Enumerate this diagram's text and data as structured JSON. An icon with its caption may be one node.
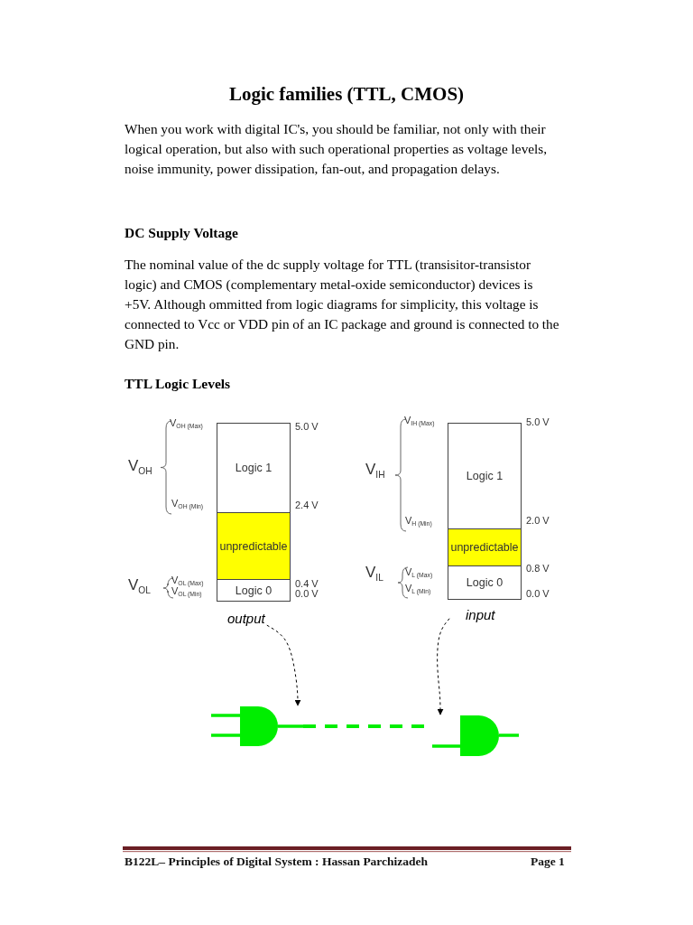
{
  "diagram": {
    "title": "Logic families (TTL, CMOS)",
    "nodes": [
      {
        "text": [
          "Logic 1"
        ]
      },
      {
        "text": [
          "unpredictable"
        ]
      },
      {
        "text": [
          "Logic 0"
        ]
      },
      {
        "text": [
          "output"
        ]
      },
      {
        "text": [
          "Logic 1"
        ]
      },
      {
        "text": [
          "unpredictable"
        ]
      },
      {
        "text": [
          "Logic 0"
        ]
      },
      {
        "text": [
          "input"
        ]
      },
      {
        "text": [],
        "shape": "gate"
      },
      {
        "text": [],
        "shape": "gate"
      }
    ],
    "edges": [
      {
        "from": 3,
        "to": 8,
        "arrow": "to",
        "style": "dashed"
      },
      {
        "from": 7,
        "to": 9,
        "arrow": "to",
        "style": "dashed"
      },
      {
        "from": 8,
        "to": 9,
        "arrow": "none",
        "style": "dashed",
        "color": "#00ee00"
      }
    ],
    "labels": [
      "When you work with digital IC's, you should be familiar, not only with their logical operation, but also with such operational properties as voltage levels, noise immunity, power dissipation, fan-out, and propagation delays.",
      "DC Supply Voltage",
      "The nominal value of the dc supply voltage for TTL (transisitor-transistor logic) and CMOS (complementary metal-oxide semiconductor) devices is +5V. Although ommitted from logic diagrams for simplicity, this voltage is connected to Vcc or VDD pin of an IC package and ground is connected to the GND pin.",
      "TTL Logic Levels",
      "V$_{OH (Max)}$",
      "5.0  V",
      "V$_{OH}$",
      "V$_{OH (Min)}$",
      "2.4  V",
      "V$_{OL}$",
      "V$_{OL (Max)}$",
      "V$_{OL (Min)}$",
      "0.4  V",
      "0.0  V",
      "V$_{IH (Max)}$",
      "5.0  V",
      "V$_{IH}$",
      "V$_{H (Min)}$",
      "2.0  V",
      "V$_{IL}$",
      "V$_{L (Max)}$",
      "0.8  V",
      "V$_{L (Min)}$",
      "0.0  V",
      "B122L– Principles of Digital System :  Hassan Parchizadeh",
      "Page 1"
    ]
  }
}
